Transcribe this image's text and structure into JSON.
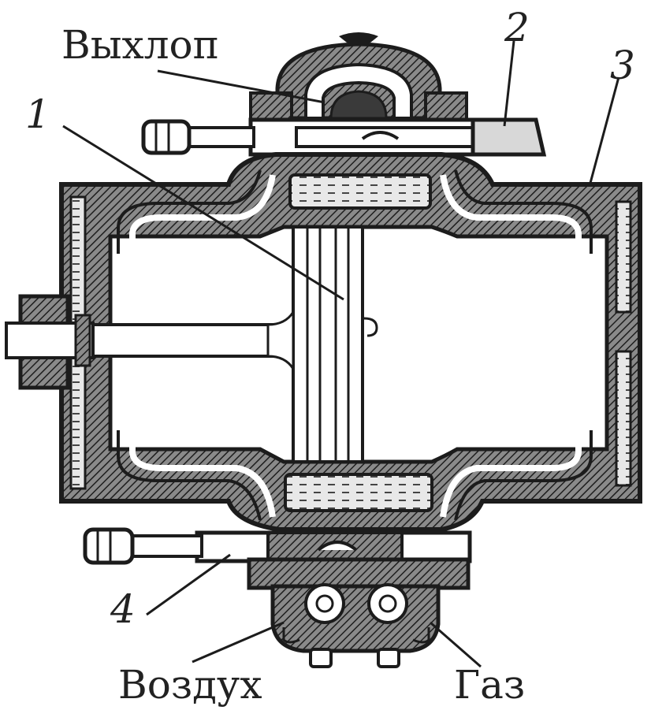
{
  "labels": {
    "exhaust": "Выхлоп",
    "air": "Воздух",
    "gas": "Газ"
  },
  "callouts": {
    "c1": "1",
    "c2": "2",
    "c3": "3",
    "c4": "4"
  },
  "colors": {
    "ink": "#1c1c1c",
    "hatch": "#2a2a2a",
    "wall": "#6f6f6f",
    "paper": "#ffffff",
    "light": "#d8d8d8"
  }
}
